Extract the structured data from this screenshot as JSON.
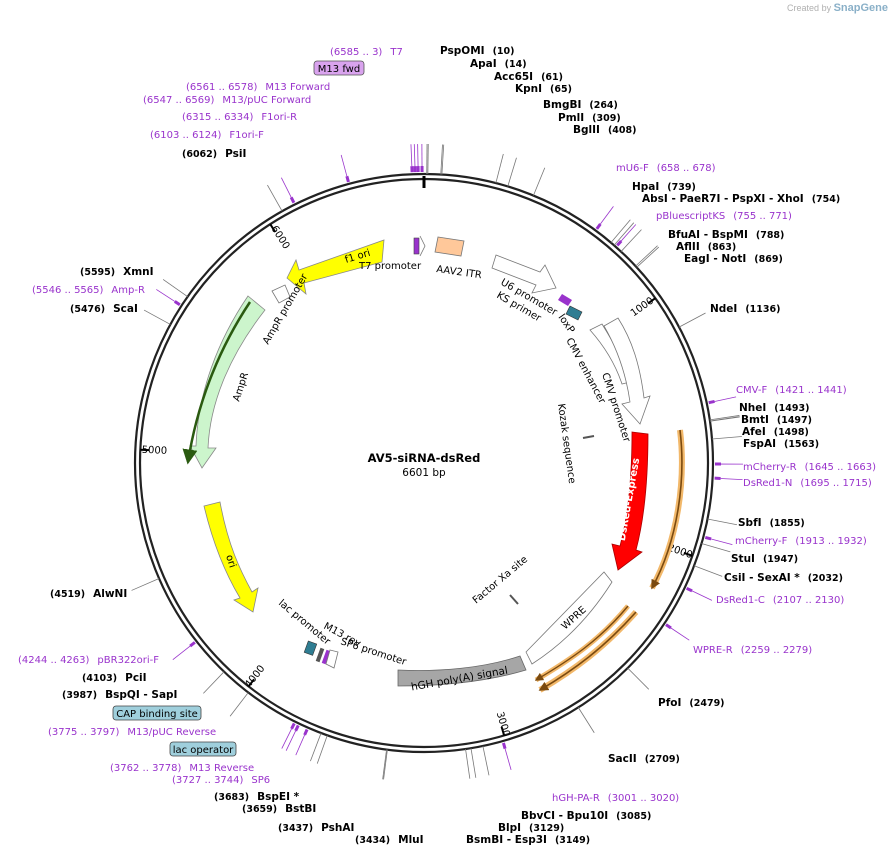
{
  "credit": {
    "prefix": "Created by",
    "brand": "SnapGene"
  },
  "plasmid": {
    "name": "AV5-siRNA-dsRed",
    "size": "6601 bp",
    "length": 6601
  },
  "ticks": [
    {
      "label": "1000",
      "pos": 1000
    },
    {
      "label": "2000",
      "pos": 2000
    },
    {
      "label": "3000",
      "pos": 3000
    },
    {
      "label": "4000",
      "pos": 4000
    },
    {
      "label": "5000",
      "pos": 5000
    },
    {
      "label": "6000",
      "pos": 6000
    }
  ],
  "enzymes": [
    {
      "name": "PspOMI",
      "pos": "(10)",
      "bp": 10
    },
    {
      "name": "ApaI",
      "pos": "(14)",
      "bp": 14
    },
    {
      "name": "Acc65I",
      "pos": "(61)",
      "bp": 61
    },
    {
      "name": "KpnI",
      "pos": "(65)",
      "bp": 65
    },
    {
      "name": "BmgBI",
      "pos": "(264)",
      "bp": 264
    },
    {
      "name": "PmlI",
      "pos": "(309)",
      "bp": 309
    },
    {
      "name": "BglII",
      "pos": "(408)",
      "bp": 408
    },
    {
      "name": "HpaI",
      "pos": "(739)",
      "bp": 739
    },
    {
      "name": "AbsI - PaeR7I - PspXI - XhoI",
      "pos": "(754)",
      "bp": 754
    },
    {
      "name": "BfuAI - BspMI",
      "pos": "(788)",
      "bp": 788
    },
    {
      "name": "AflII",
      "pos": "(863)",
      "bp": 863
    },
    {
      "name": "EagI - NotI",
      "pos": "(869)",
      "bp": 869
    },
    {
      "name": "NdeI",
      "pos": "(1136)",
      "bp": 1136
    },
    {
      "name": "NheI",
      "pos": "(1493)",
      "bp": 1493
    },
    {
      "name": "BmtI",
      "pos": "(1497)",
      "bp": 1497
    },
    {
      "name": "AfeI",
      "pos": "(1498)",
      "bp": 1498
    },
    {
      "name": "FspAI",
      "pos": "(1563)",
      "bp": 1563
    },
    {
      "name": "SbfI",
      "pos": "(1855)",
      "bp": 1855
    },
    {
      "name": "StuI",
      "pos": "(1947)",
      "bp": 1947
    },
    {
      "name": "CsiI - SexAI *",
      "pos": "(2032)",
      "bp": 2032
    },
    {
      "name": "PfoI",
      "pos": "(2479)",
      "bp": 2479
    },
    {
      "name": "SacII",
      "pos": "(2709)",
      "bp": 2709
    },
    {
      "name": "BbvCI - Bpu10I",
      "pos": "(3085)",
      "bp": 3085
    },
    {
      "name": "BlpI",
      "pos": "(3129)",
      "bp": 3129
    },
    {
      "name": "BsmBI - Esp3I",
      "pos": "(3149)",
      "bp": 3149
    },
    {
      "name": "MluI",
      "pos": "(3434)",
      "bp": 3434
    },
    {
      "name": "PshAI",
      "pos": "(3437)",
      "bp": 3437
    },
    {
      "name": "BstBI",
      "pos": "(3659)",
      "bp": 3659
    },
    {
      "name": "BspEI *",
      "pos": "(3683)",
      "bp": 3683
    },
    {
      "name": "BspQI - SapI",
      "pos": "(3987)",
      "bp": 3987
    },
    {
      "name": "PciI",
      "pos": "(4103)",
      "bp": 4103
    },
    {
      "name": "AlwNI",
      "pos": "(4519)",
      "bp": 4519
    },
    {
      "name": "ScaI",
      "pos": "(5476)",
      "bp": 5476
    },
    {
      "name": "XmnI",
      "pos": "(5595)",
      "bp": 5595
    },
    {
      "name": "PsiI",
      "pos": "(6062)",
      "bp": 6062
    }
  ],
  "primers": [
    {
      "name": "T7",
      "range": "(6585 .. 3)",
      "bp": 6594
    },
    {
      "name": "M13 fwd",
      "range": "",
      "bp": 6580,
      "boxed": true
    },
    {
      "name": "M13 Forward",
      "range": "(6561 .. 6578)",
      "bp": 6569
    },
    {
      "name": "M13/pUC Forward",
      "range": "(6547 .. 6569)",
      "bp": 6558
    },
    {
      "name": "F1ori-R",
      "range": "(6315 .. 6334)",
      "bp": 6325
    },
    {
      "name": "F1ori-F",
      "range": "(6103 .. 6124)",
      "bp": 6114
    },
    {
      "name": "mU6-F",
      "range": "(658 .. 678)",
      "bp": 668
    },
    {
      "name": "pBluescriptKS",
      "range": "(755 .. 771)",
      "bp": 763
    },
    {
      "name": "CMV-F",
      "range": "(1421 .. 1441)",
      "bp": 1431
    },
    {
      "name": "mCherry-R",
      "range": "(1645 .. 1663)",
      "bp": 1654
    },
    {
      "name": "DsRed1-N",
      "range": "(1695 .. 1715)",
      "bp": 1705
    },
    {
      "name": "mCherry-F",
      "range": "(1913 .. 1932)",
      "bp": 1922
    },
    {
      "name": "DsRed1-C",
      "range": "(2107 .. 2130)",
      "bp": 2118
    },
    {
      "name": "WPRE-R",
      "range": "(2259 .. 2279)",
      "bp": 2269
    },
    {
      "name": "hGH-PA-R",
      "range": "(3001 .. 3020)",
      "bp": 3010
    },
    {
      "name": "SP6",
      "range": "(3727 .. 3744)",
      "bp": 3735
    },
    {
      "name": "M13 Reverse",
      "range": "(3762 .. 3778)",
      "bp": 3770
    },
    {
      "name": "M13/pUC Reverse",
      "range": "(3775 .. 3797)",
      "bp": 3786
    },
    {
      "name": "pBR322ori-F",
      "range": "(4244 .. 4263)",
      "bp": 4253
    },
    {
      "name": "Amp-R",
      "range": "(5546 .. 5565)",
      "bp": 5555
    }
  ],
  "sites": [
    {
      "name": "CAP binding site"
    },
    {
      "name": "lac operator"
    }
  ],
  "features": [
    {
      "name": "f1 ori"
    },
    {
      "name": "T7 promoter"
    },
    {
      "name": "AAV2 ITR"
    },
    {
      "name": "U6 promoter"
    },
    {
      "name": "KS primer"
    },
    {
      "name": "loxP"
    },
    {
      "name": "CMV enhancer"
    },
    {
      "name": "CMV promoter"
    },
    {
      "name": "Kozak sequence"
    },
    {
      "name": "DsRed-Express"
    },
    {
      "name": "Factor Xa site"
    },
    {
      "name": "WPRE"
    },
    {
      "name": "hGH poly(A) signal"
    },
    {
      "name": "lac promoter"
    },
    {
      "name": "M13 rev"
    },
    {
      "name": "SP6 promoter"
    },
    {
      "name": "ori"
    },
    {
      "name": "AmpR"
    },
    {
      "name": "AmpR promoter"
    }
  ],
  "colors": {
    "backbone": "#222222",
    "primer": "#9933cc",
    "primer_box": "#d9a3ee",
    "site_box": "#9fcfdc",
    "f1ori": "#ffff00",
    "ori": "#ffff00",
    "ampr": "#ccf5cc",
    "itr": "#ffc89a",
    "dsred": "#ff0000",
    "orf": "#f2b86a",
    "loxp": "#2f7d92"
  }
}
